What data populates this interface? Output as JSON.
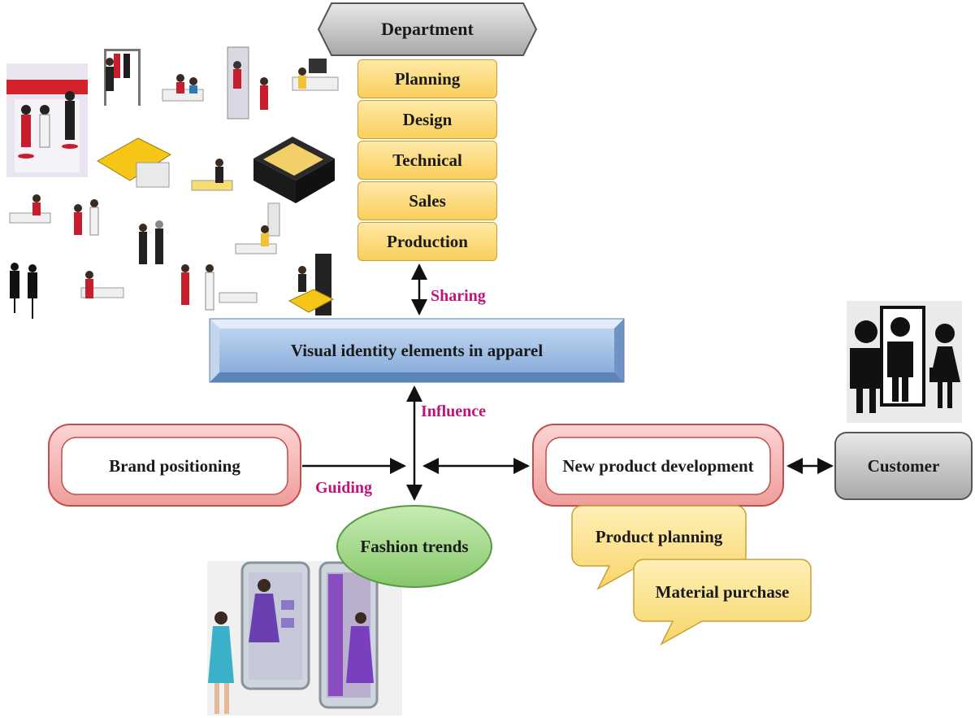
{
  "department": {
    "title": "Department",
    "items": [
      "Planning",
      "Design",
      "Technical",
      "Sales",
      "Production"
    ]
  },
  "central": "Visual identity elements in apparel",
  "relations": {
    "sharing": "Sharing",
    "influence": "Influence",
    "guiding": "Guiding"
  },
  "nodes": {
    "brand_positioning": "Brand positioning",
    "new_product_development": "New product development",
    "customer": "Customer",
    "fashion_trends": "Fashion trends",
    "product_planning": "Product planning",
    "material_purchase": "Material purchase"
  },
  "colors": {
    "department_header": "#b3b3b3",
    "department_items": "#f9cf5a",
    "central_box": "#8db4e2",
    "rounded_node_border": "#e8908f",
    "fashion_trends": "#93d07a",
    "callouts": "#fbe08c",
    "relation_text": "#c0137c"
  }
}
